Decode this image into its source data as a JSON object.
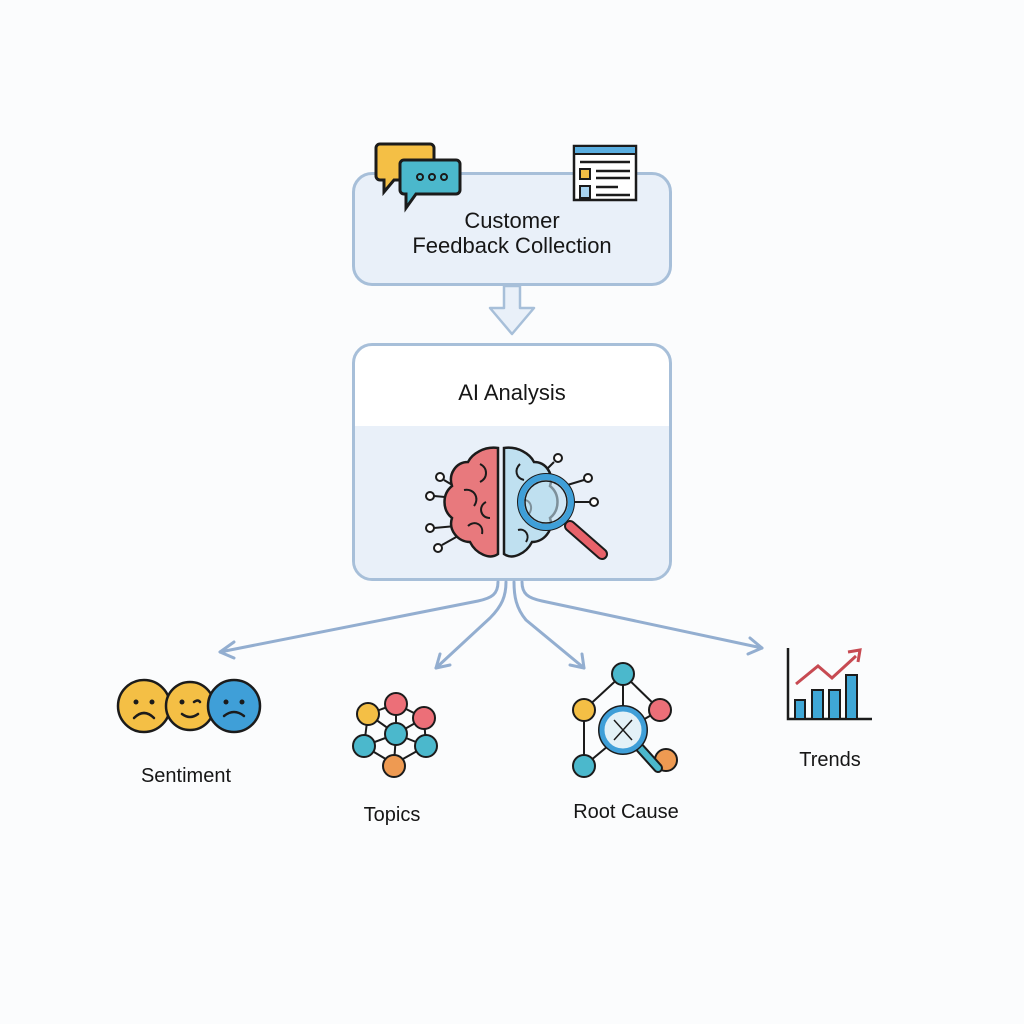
{
  "diagram": {
    "nodes": {
      "collection": {
        "title_line1": "Customer",
        "title_line2": "Feedback Collection",
        "icons": [
          "chat-bubbles-icon",
          "web-form-icon"
        ]
      },
      "analysis": {
        "title": "AI Analysis",
        "icon": "brain-magnifier-icon"
      }
    },
    "outputs": [
      {
        "label": "Sentiment",
        "icon": "emoji-faces-icon"
      },
      {
        "label": "Topics",
        "icon": "topic-network-icon"
      },
      {
        "label": "Root Cause",
        "icon": "root-cause-network-icon"
      },
      {
        "label": "Trends",
        "icon": "trend-chart-icon"
      }
    ],
    "edges": [
      [
        "Customer Feedback Collection",
        "AI Analysis"
      ],
      [
        "AI Analysis",
        "Sentiment"
      ],
      [
        "AI Analysis",
        "Topics"
      ],
      [
        "AI Analysis",
        "Root Cause"
      ],
      [
        "AI Analysis",
        "Trends"
      ]
    ],
    "colors": {
      "box_border": "#a7bfd9",
      "box_fill": "#e9f0f9",
      "arrow": "#93aed0",
      "yellow": "#f4bf45",
      "teal": "#4bb8cc",
      "blue": "#3f9fd8",
      "red": "#ec6f78",
      "orange": "#ee9a52"
    }
  }
}
